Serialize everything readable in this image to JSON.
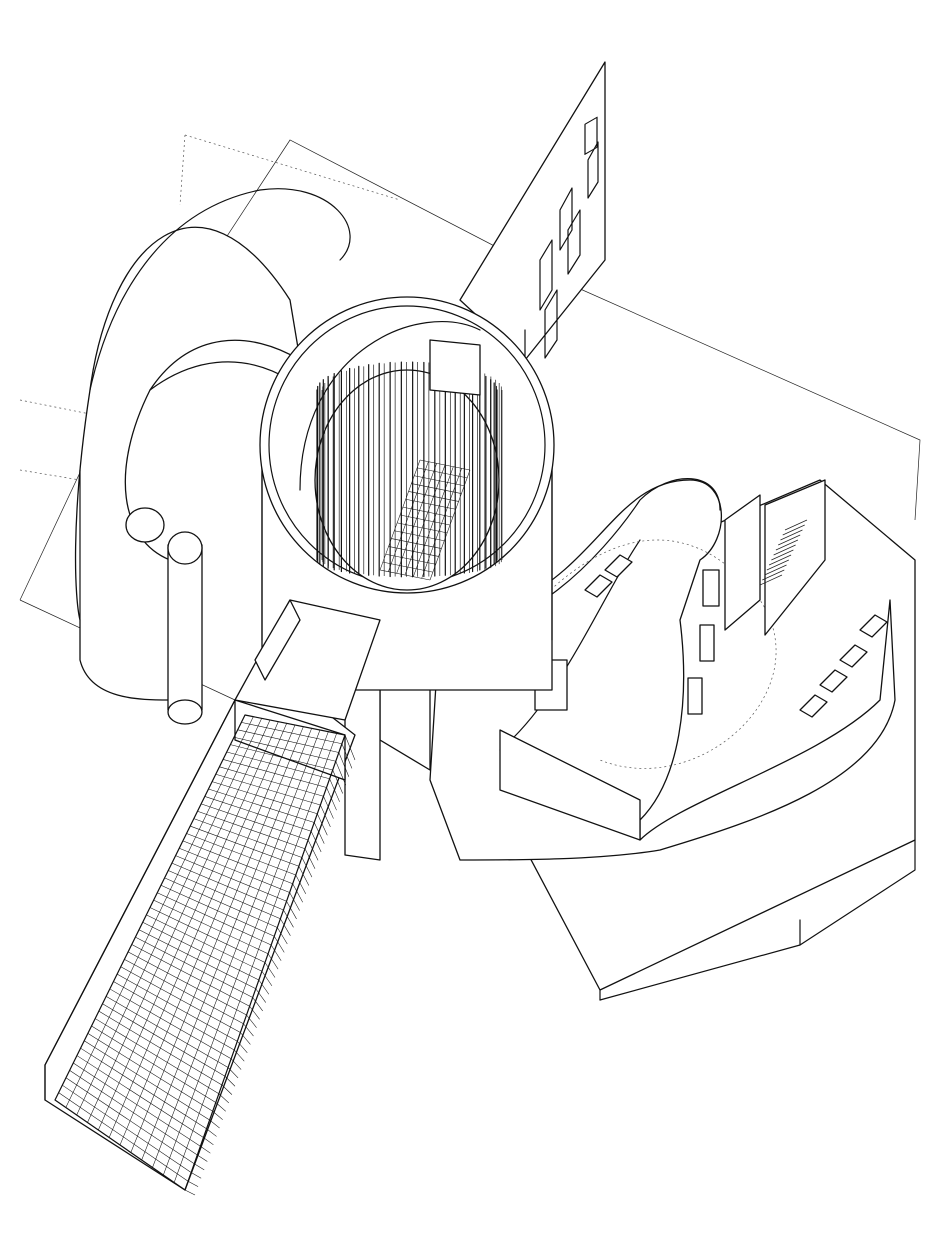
{
  "drawing": {
    "stroke_color": "#111111",
    "background_color": "#ffffff",
    "grid_ramp": {
      "rows": 52,
      "columns": 12
    },
    "grid_floor": {
      "rows": 14,
      "columns": 6
    },
    "rails": {
      "count": 26
    },
    "stair_treads": {
      "count": 12
    },
    "icons": [
      "axonometric-building-drawing"
    ]
  }
}
